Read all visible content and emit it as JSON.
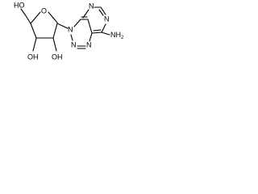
{
  "molecule": {
    "labels": {
      "hydroxymethyl_oh": "HO",
      "ring_o": "O",
      "oh_3": "OH",
      "oh_2": "OH",
      "n_glyco": "N",
      "n_triazole_a": "N",
      "n_triazole_b": "N",
      "n_pyr_top": "N",
      "n_pyr_mid": "N",
      "amine": "NH",
      "amine_sub": "2"
    }
  }
}
